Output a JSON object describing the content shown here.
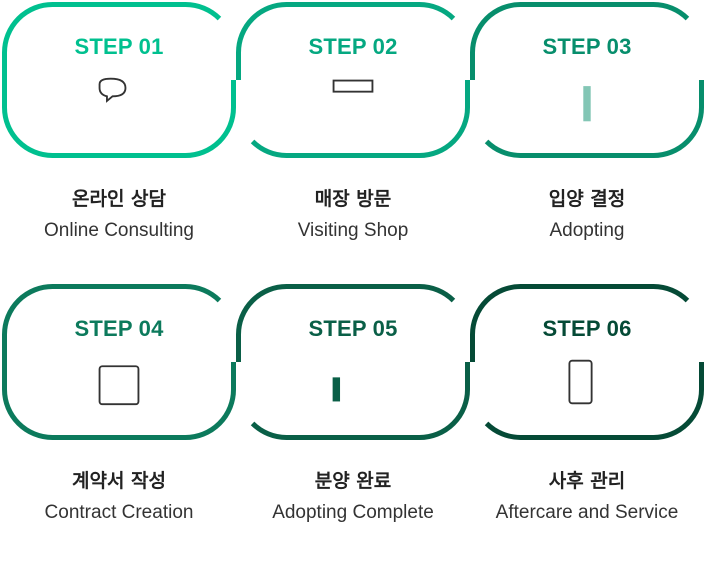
{
  "steps": [
    {
      "label": "STEP 01",
      "title_ko": "온라인 상담",
      "title_en": "Online Consulting",
      "color": "#00c08f",
      "icon": "chat-bubbles-icon"
    },
    {
      "label": "STEP 02",
      "title_ko": "매장 방문",
      "title_en": "Visiting Shop",
      "color": "#05a881",
      "icon": "shop-icon"
    },
    {
      "label": "STEP 03",
      "title_ko": "입양 결정",
      "title_en": "Adopting",
      "color": "#078e6c",
      "icon": "gift-icon"
    },
    {
      "label": "STEP 04",
      "title_ko": "계약서 작성",
      "title_en": "Contract Creation",
      "color": "#0c7a5c",
      "icon": "clipboard-check-icon"
    },
    {
      "label": "STEP 05",
      "title_ko": "분양 완료",
      "title_en": "Adopting Complete",
      "color": "#0a5f47",
      "icon": "thumbs-up-icon"
    },
    {
      "label": "STEP 06",
      "title_ko": "사후 관리",
      "title_en": "Aftercare and Service",
      "color": "#054a36",
      "icon": "phone-heart-icon"
    }
  ]
}
